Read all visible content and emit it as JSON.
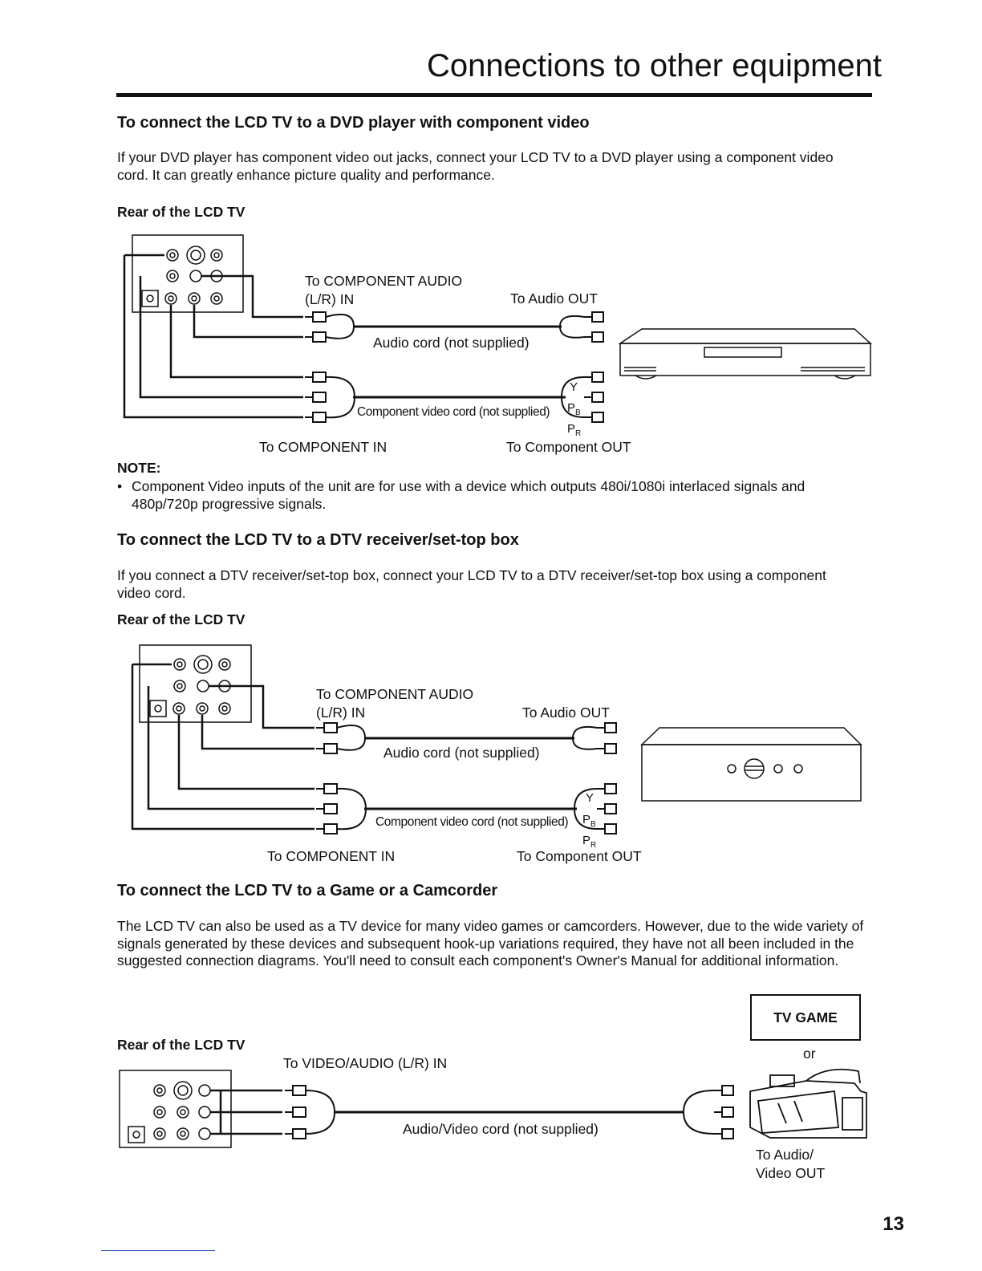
{
  "page_title": "Connections to other equipment",
  "page_number": "13",
  "dvd_section": {
    "heading": "To connect the LCD TV to a DVD player with component video",
    "text": "If your DVD player has component video out jacks, connect your LCD TV to a DVD player using a component video cord. It can greatly enhance picture quality and performance.",
    "rear_label": "Rear of the LCD TV",
    "comp_audio_in_line1": "To COMPONENT AUDIO",
    "comp_audio_in_line2": "(L/R) IN",
    "audio_out": "To Audio OUT",
    "audio_cord": "Audio cord (not supplied)",
    "video_cord": "Component video cord (not supplied)",
    "y_label": "Y",
    "pb_label": "PB",
    "pr_label": "PR",
    "comp_in": "To COMPONENT IN",
    "comp_out": "To Component OUT"
  },
  "note": {
    "heading": "NOTE:",
    "bullet": "Component Video inputs of the unit are for use with a device which outputs 480i/1080i interlaced signals and 480p/720p progressive signals."
  },
  "dtv_section": {
    "heading": "To connect the LCD TV to a DTV receiver/set-top box",
    "text": "If you connect a DTV receiver/set-top box, connect your LCD TV to a DTV receiver/set-top box using a component video cord.",
    "rear_label": "Rear of the LCD TV",
    "comp_audio_in_line1": "To COMPONENT AUDIO",
    "comp_audio_in_line2": "(L/R) IN",
    "audio_out": "To Audio OUT",
    "audio_cord": "Audio cord (not supplied)",
    "video_cord": "Component video cord (not supplied)",
    "y_label": "Y",
    "pb_label": "PB",
    "pr_label": "PR",
    "comp_in": "To COMPONENT IN",
    "comp_out": "To Component OUT"
  },
  "game_section": {
    "heading": "To connect the LCD TV to a Game or a Camcorder",
    "text": "The LCD TV can also be used as a TV device for many video games or camcorders. However, due to the wide variety of signals generated by these devices and subsequent hook-up variations required, they have not all been included in the suggested connection diagrams. You'll need to consult each component's Owner's Manual for additional information.",
    "rear_label": "Rear of the LCD TV",
    "video_audio_in": "To VIDEO/AUDIO (L/R) IN",
    "av_cord": "Audio/Video cord (not supplied)",
    "tv_game": "TV GAME",
    "or": "or",
    "out_line1": "To Audio/",
    "out_line2": "Video OUT"
  }
}
